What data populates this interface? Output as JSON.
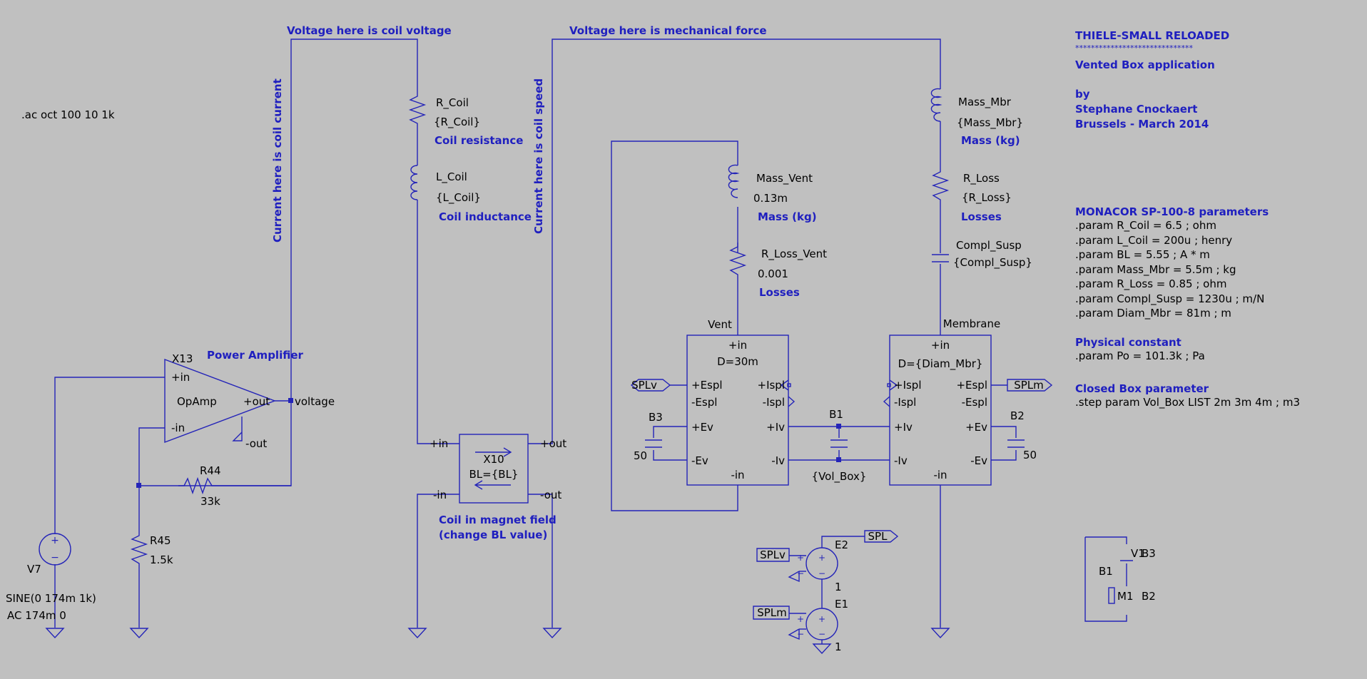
{
  "colors": {
    "background": "#c0c0c0",
    "wire": "#2424b8",
    "comment_text": "#1f1fbf",
    "label_text": "#000000"
  },
  "directives": {
    "ac": ".ac oct 100 10 1k",
    "title": "THIELE-SMALL RELOADED",
    "stars": "******************************",
    "application": "Vented Box application",
    "by": "by",
    "author": "Stephane Cnockaert",
    "place_date": "Brussels - March 2014",
    "param_header": "MONACOR SP-100-8 parameters",
    "params": [
      ".param R_Coil = 6.5 ; ohm",
      ".param L_Coil = 200u ; henry",
      ".param BL = 5.55 ; A * m",
      ".param Mass_Mbr = 5.5m ; kg",
      ".param R_Loss = 0.85 ; ohm",
      ".param Compl_Susp = 1230u ; m/N",
      ".param Diam_Mbr = 81m ; m"
    ],
    "physical_header": "Physical constant",
    "physical_param": ".param Po = 101.3k ; Pa",
    "closed_header": "Closed Box parameter",
    "step": ".step param Vol_Box LIST  2m 3m 4m ; m3"
  },
  "comments": {
    "coil_voltage": "Voltage here is coil voltage",
    "mech_force": "Voltage here is mechanical force",
    "coil_current": "Current here is coil current",
    "coil_speed": "Current here is coil speed",
    "coil_resistance": "Coil resistance",
    "coil_inductance": "Coil inductance",
    "mass_mbr": "Mass (kg)",
    "mass_vent": "Mass (kg)",
    "losses_vent": "Losses",
    "losses_mbr": "Losses",
    "power_amp": "Power Amplifier",
    "magnet_line1": "Coil in magnet field",
    "magnet_line2": "(change BL value)"
  },
  "components": {
    "r_coil": {
      "name": "R_Coil",
      "value": "{R_Coil}"
    },
    "l_coil": {
      "name": "L_Coil",
      "value": "{L_Coil}"
    },
    "mass_mbr": {
      "name": "Mass_Mbr",
      "value": "{Mass_Mbr}"
    },
    "r_loss": {
      "name": "R_Loss",
      "value": "{R_Loss}"
    },
    "compl_susp": {
      "name": "Compl_Susp",
      "value": "{Compl_Susp}"
    },
    "mass_vent": {
      "name": "Mass_Vent",
      "value": "0.13m"
    },
    "r_loss_vent": {
      "name": "R_Loss_Vent",
      "value": "0.001"
    },
    "x13": {
      "name": "X13",
      "type": "OpAmp",
      "pin_in_p": "+in",
      "pin_in_n": "-in",
      "pin_out_p": "+out",
      "pin_out_n": "-out",
      "net": "voltage"
    },
    "r44": {
      "name": "R44",
      "value": "33k"
    },
    "r45": {
      "name": "R45",
      "value": "1.5k"
    },
    "v7": {
      "name": "V7",
      "line1": "SINE(0 174m 1k)",
      "line2": "AC 174m 0"
    },
    "x10": {
      "name": "X10",
      "value": "BL={BL}",
      "pin_in_p": "+in",
      "pin_in_n": "-in",
      "pin_out_p": "+out",
      "pin_out_n": "-out"
    },
    "vent": {
      "title": "Vent",
      "in_p": "+in",
      "diam": "D=30m",
      "espl_p": "+Espl",
      "espl_n": "-Espl",
      "ispl_p": "+Ispl",
      "ispl_n": "-Ispl",
      "ev_p": "+Ev",
      "ev_n": "-Ev",
      "iv_p": "+Iv",
      "iv_n": "-Iv",
      "in_n": "-in"
    },
    "membrane": {
      "title": "Membrane",
      "in_p": "+in",
      "diam": "D={Diam_Mbr}",
      "espl_p": "+Espl",
      "espl_n": "-Espl",
      "ispl_p": "+Ispl",
      "ispl_n": "-Ispl",
      "ev_p": "+Ev",
      "ev_n": "-Ev",
      "iv_p": "+Iv",
      "iv_n": "-Iv",
      "in_n": "-in"
    },
    "b1": {
      "name": "B1",
      "value": "{Vol_Box}"
    },
    "b2": {
      "name": "B2",
      "value": "50"
    },
    "b3": {
      "name": "B3",
      "value": "50"
    },
    "e1": {
      "name": "E1",
      "gain": "1"
    },
    "e2": {
      "name": "E2",
      "gain": "1"
    },
    "sym": {
      "v1": "V1",
      "b3": "B3",
      "b1": "B1",
      "m1": "M1",
      "b2": "B2"
    }
  },
  "net_labels": {
    "splv": "SPLv",
    "splm": "SPLm",
    "spl": "SPL"
  },
  "icons": [
    "ground-icon",
    "resistor-icon",
    "inductor-icon",
    "capacitor-icon",
    "voltage-source-icon",
    "opamp-icon",
    "net-flag-icon"
  ]
}
